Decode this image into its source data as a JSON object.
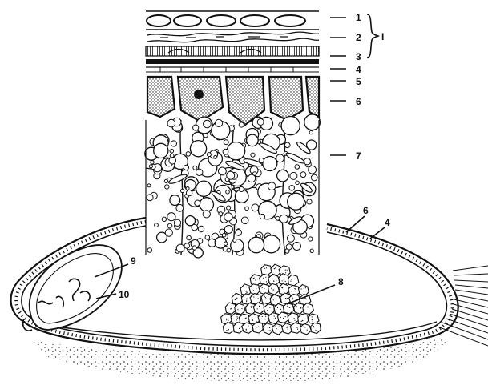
{
  "figure": {
    "labels": {
      "l1": "1",
      "l2": "2",
      "l3": "3",
      "l4": "4",
      "l5": "5",
      "l6": "6",
      "l7": "7",
      "l8": "8",
      "l9": "9",
      "l10": "10",
      "group": "I",
      "seed6": "6",
      "seed4": "4"
    },
    "colors": {
      "ink": "#111111",
      "paper": "#ffffff"
    }
  }
}
